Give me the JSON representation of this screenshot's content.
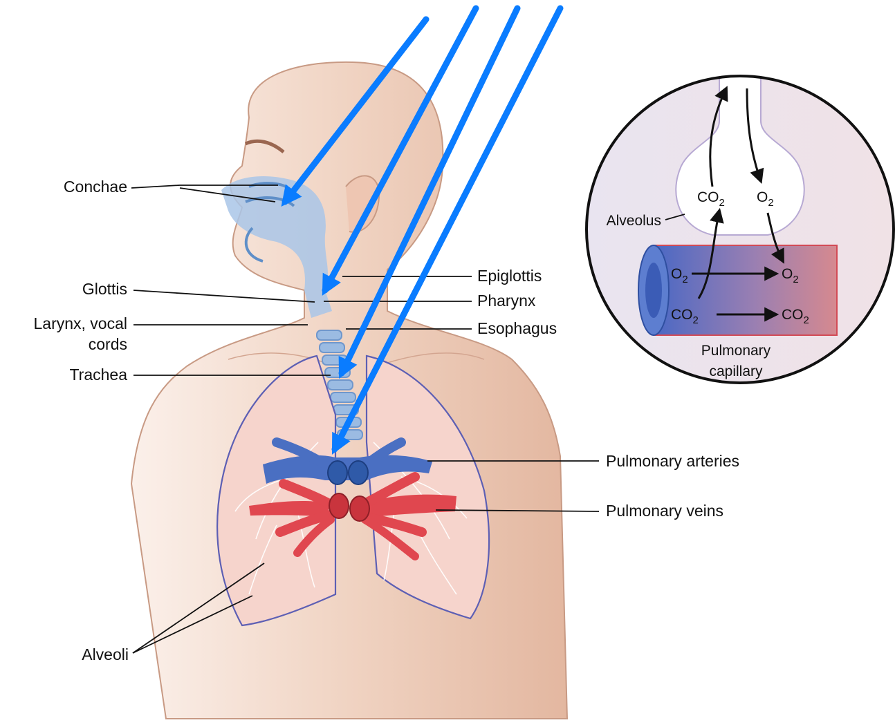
{
  "labels": {
    "conchae": "Conchae",
    "glottis": "Glottis",
    "larynx_line1": "Larynx, vocal",
    "larynx_line2": "cords",
    "trachea": "Trachea",
    "alveoli": "Alveoli",
    "epiglottis": "Epiglottis",
    "pharynx": "Pharynx",
    "esophagus": "Esophagus",
    "pulmonary_arteries": "Pulmonary arteries",
    "pulmonary_veins": "Pulmonary veins"
  },
  "inset": {
    "alveolus": "Alveolus",
    "co2": "CO",
    "o2": "O",
    "sub2": "2",
    "capillary_line1": "Pulmonary",
    "capillary_line2": "capillary"
  },
  "colors": {
    "skin_light": "#f3ddd0",
    "skin_dark": "#e2b49c",
    "airway": "#a9c6e8",
    "artery": "#4a6fc2",
    "vein": "#e0474f",
    "lung_fill": "#f6d4cc",
    "lung_outline": "#5d5fb4",
    "flow_arrow": "#0a7cff"
  }
}
